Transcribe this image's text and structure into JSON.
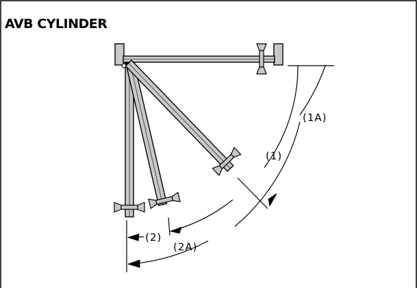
{
  "title": "AVB CYLINDER",
  "labels": {
    "angle_1": "(1)",
    "angle_1a": "(1A)",
    "angle_2": "(2)",
    "angle_2a": "(2A)"
  },
  "colors": {
    "bar_fill": "#c8c8c8",
    "line": "#000000"
  }
}
